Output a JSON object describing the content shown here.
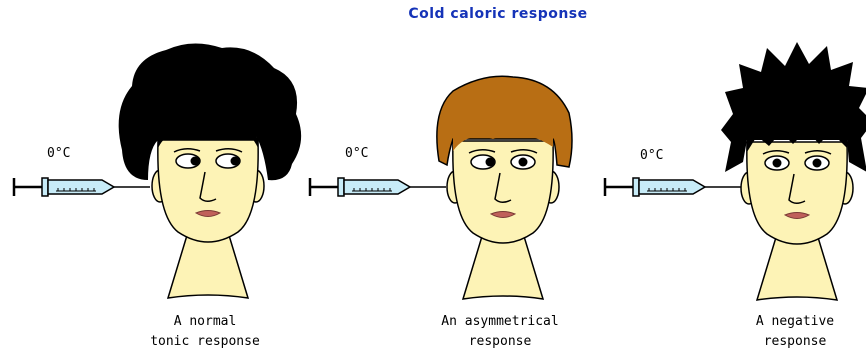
{
  "title": "Cold caloric response",
  "panels": [
    {
      "temperature": "0°C",
      "caption_line1": "A normal",
      "caption_line2": "tonic response",
      "hair": "black-afro",
      "gaze": "both-right"
    },
    {
      "temperature": "0°C",
      "caption_line1": "An asymmetrical",
      "caption_line2": "response",
      "hair": "brown-bob",
      "gaze": "left-eye-right-right-eye-center"
    },
    {
      "temperature": "0°C",
      "caption_line1": "A negative",
      "caption_line2": "response",
      "hair": "black-spiky",
      "gaze": "both-center"
    }
  ],
  "colors": {
    "title": "#1533b8",
    "skin": "#fdf3b6",
    "black_hair": "#000000",
    "brown_hair": "#b86e14",
    "syringe": "#c8ecf8",
    "lips": "#c0605a"
  }
}
